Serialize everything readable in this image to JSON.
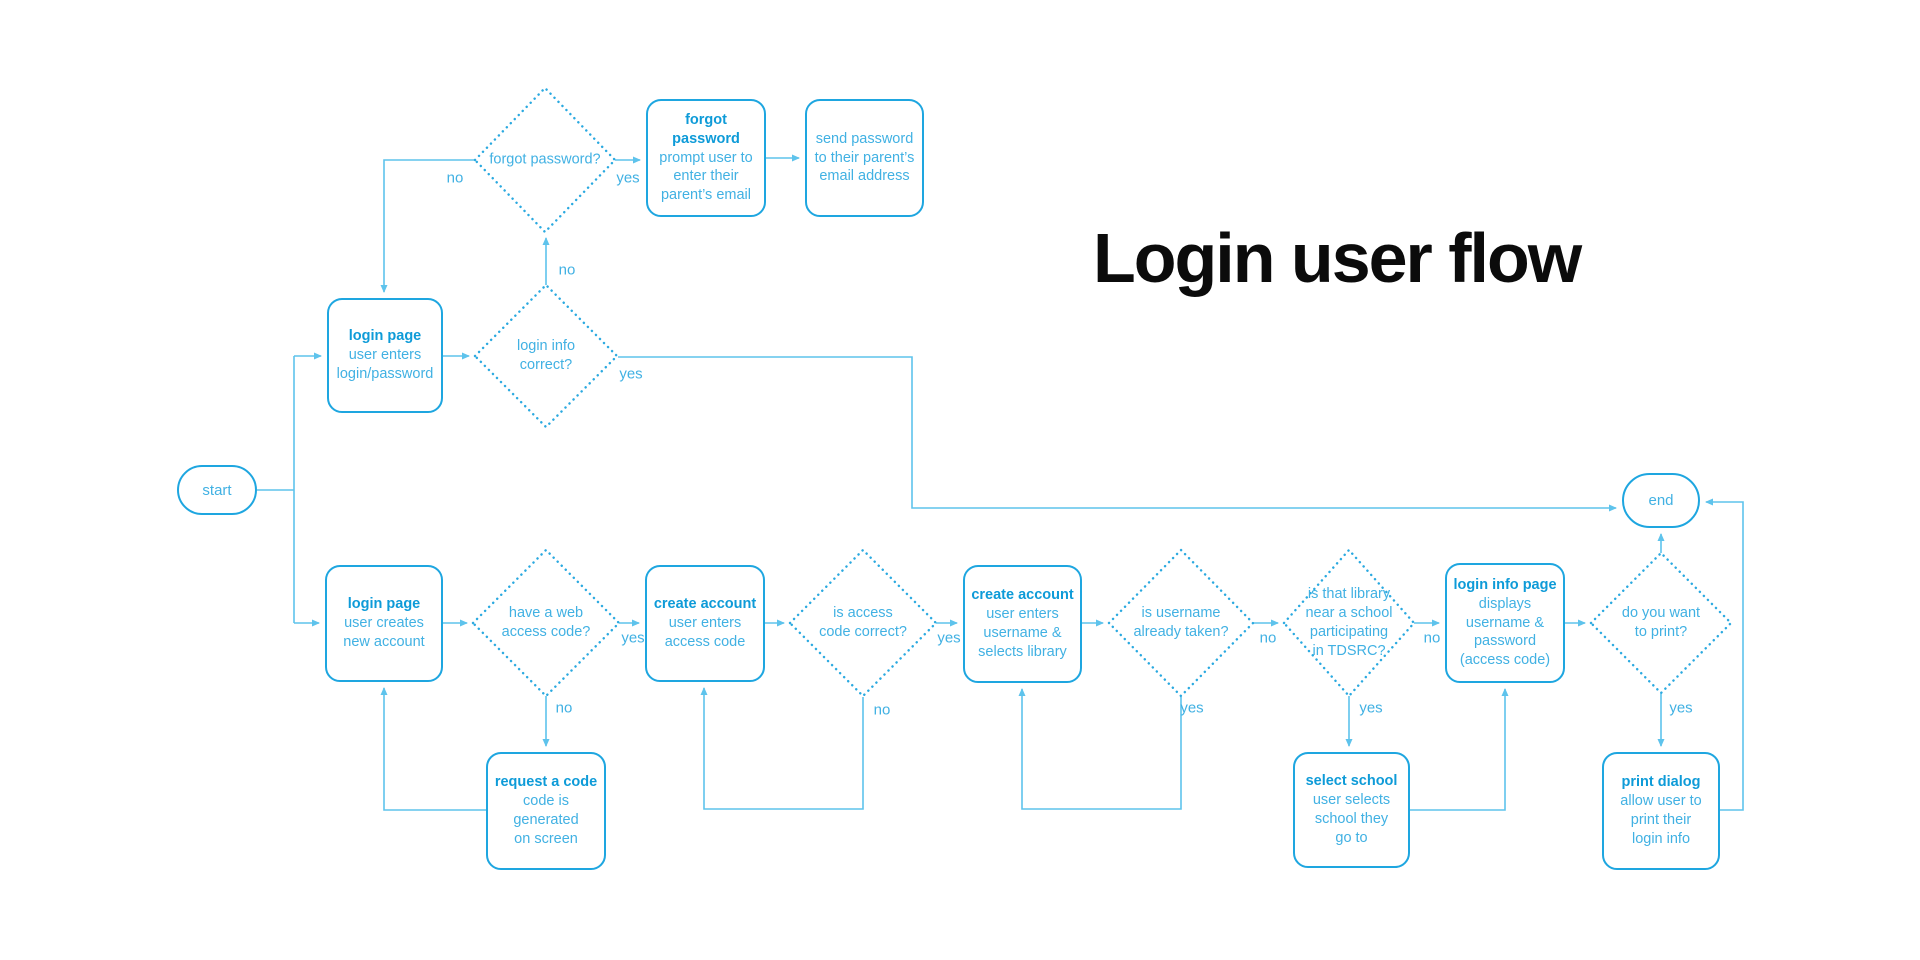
{
  "title": "Login user flow",
  "labels": {
    "yes": "yes",
    "no": "no"
  },
  "terminals": {
    "start": {
      "label": "start"
    },
    "end": {
      "label": "end"
    }
  },
  "nodes": {
    "login_page_top": {
      "title": "login page",
      "body": "user enters\nlogin/password"
    },
    "forgot_password": {
      "title": "forgot\npassword",
      "body": "prompt user to\nenter their\nparent’s email"
    },
    "send_password": {
      "body": "send password\nto their parent’s\nemail address"
    },
    "login_page_bottom": {
      "title": "login page",
      "body": "user creates\nnew account"
    },
    "create_account_code": {
      "title": "create account",
      "body": "user enters\naccess code"
    },
    "create_account_username": {
      "title": "create account",
      "body": "user enters\nusername &\nselects library"
    },
    "login_info_page": {
      "title": "login info page",
      "body": "displays\nusername &\npassword\n(access code)"
    },
    "request_code": {
      "title": "request a code",
      "body": "code is\ngenerated\non screen"
    },
    "select_school": {
      "title": "select school",
      "body": "user selects\nschool they\ngo to"
    },
    "print_dialog": {
      "title": "print dialog",
      "body": "allow user to\nprint their\nlogin info"
    }
  },
  "decisions": {
    "forgot_password_q": {
      "label": "forgot password?"
    },
    "login_info_correct_q": {
      "label": "login info\ncorrect?"
    },
    "have_web_access_code_q": {
      "label": "have a web\naccess code?"
    },
    "access_code_correct_q": {
      "label": "is access\ncode correct?"
    },
    "username_taken_q": {
      "label": "is username\nalready taken?"
    },
    "library_near_school_q": {
      "label": "is that library\nnear a school\nparticipating\nin TDSRC?"
    },
    "want_to_print_q": {
      "label": "do you want\nto print?"
    }
  },
  "colors": {
    "accent_stroke": "#1ea6e0",
    "bold_text": "#0e9bd8",
    "body_text": "#41b1e3",
    "connector": "#5ec3ec",
    "title_text": "#0b0b0b",
    "background": "#ffffff"
  }
}
